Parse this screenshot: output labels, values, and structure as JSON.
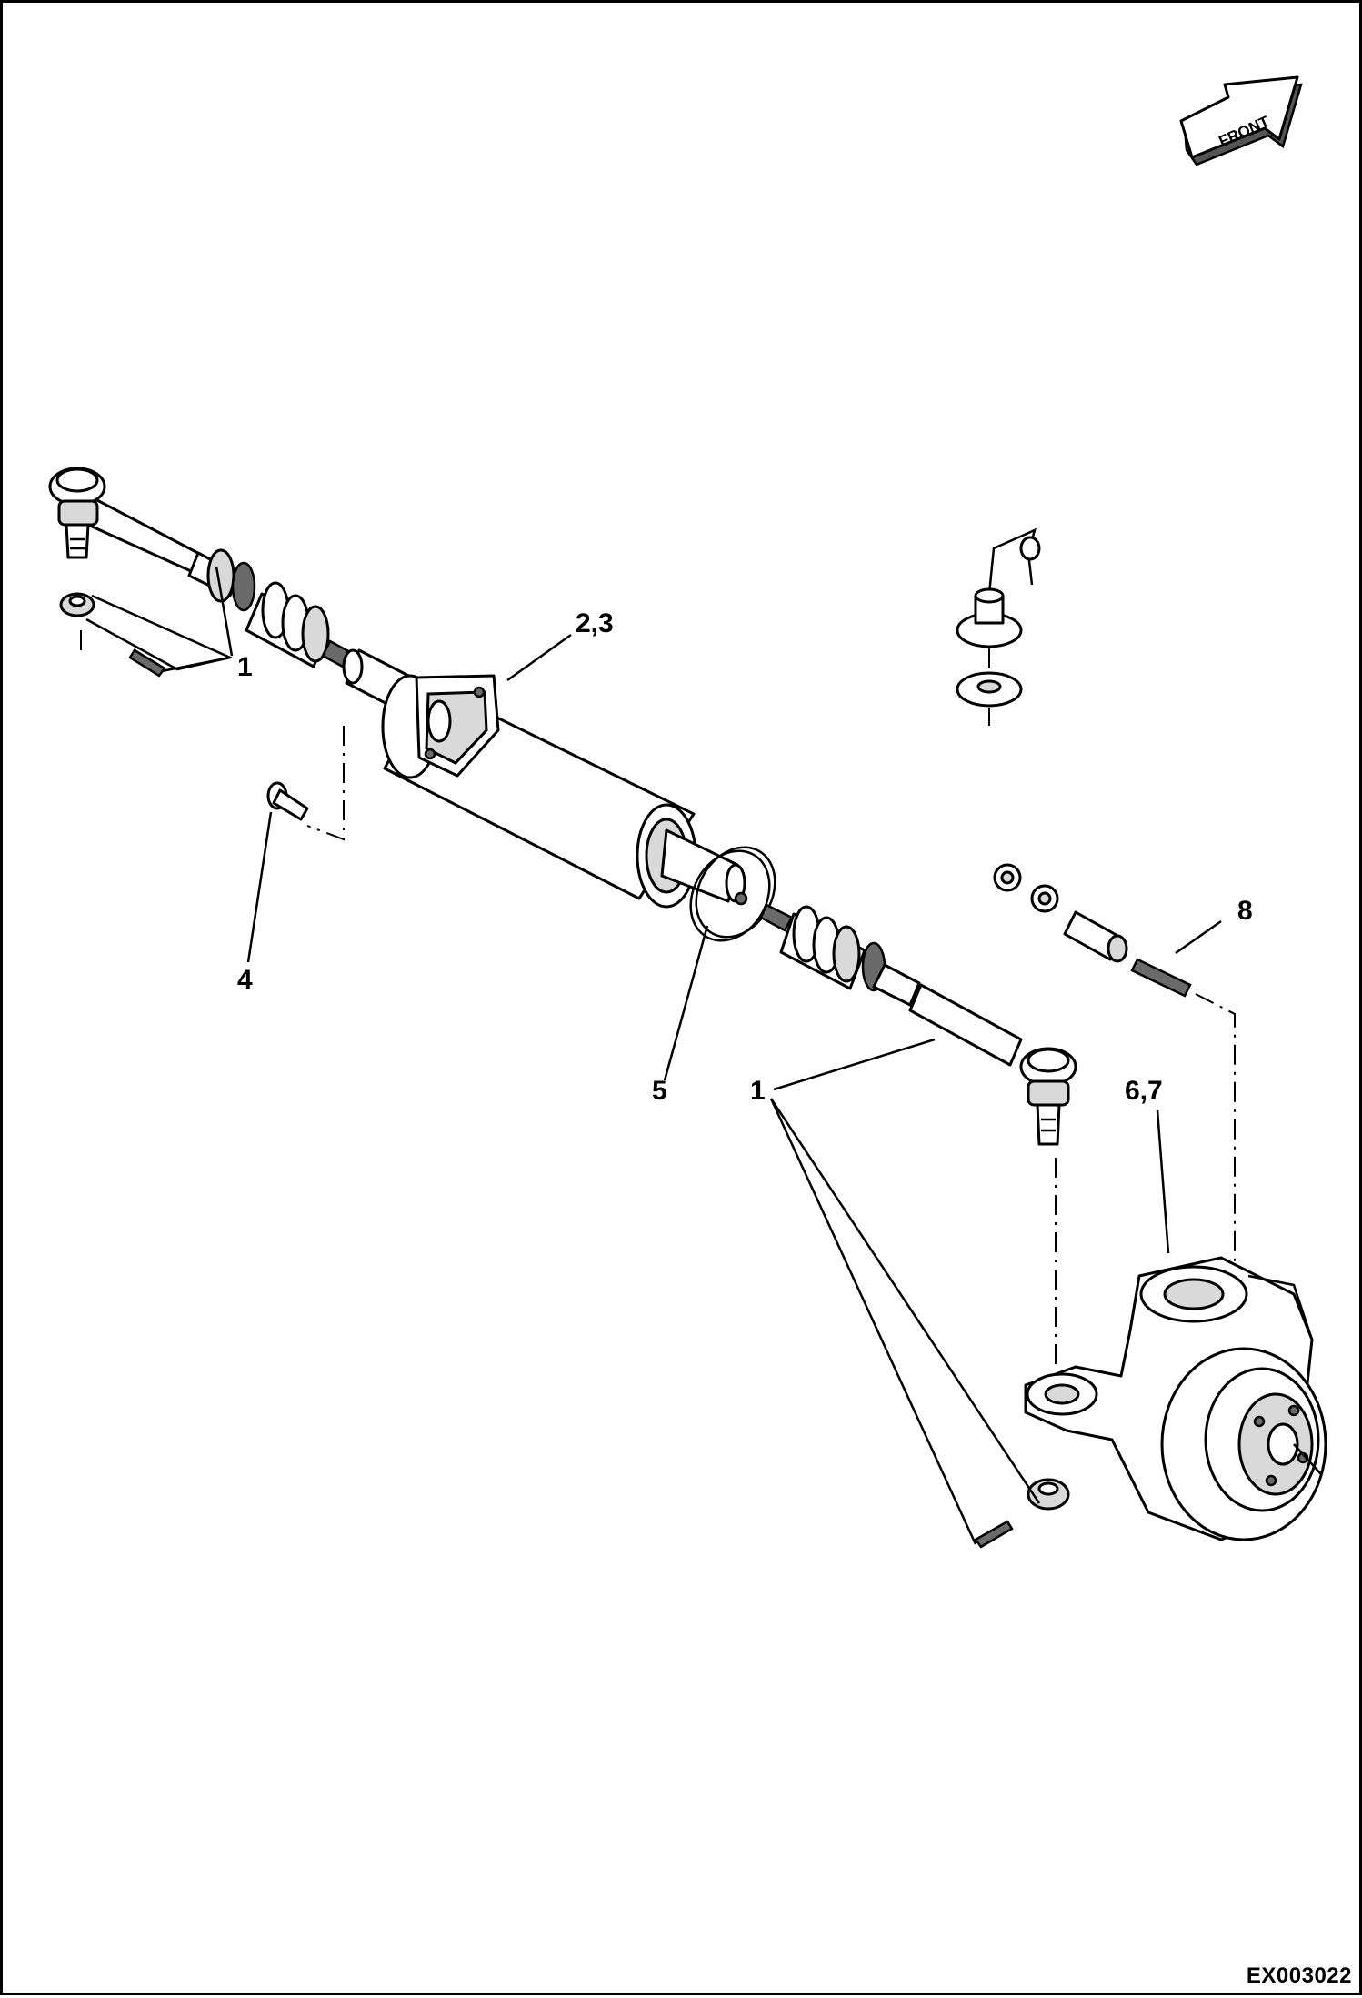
{
  "diagram": {
    "orientation_label": "FRONT",
    "figure_code": "EX003022",
    "callouts": {
      "tie_rod_end_left": "1",
      "tie_rod_end_right": "1",
      "steering_cylinder": "2,3",
      "bolt": "4",
      "seal_ring": "5",
      "steering_knuckle": "6,7",
      "pin": "8"
    }
  }
}
